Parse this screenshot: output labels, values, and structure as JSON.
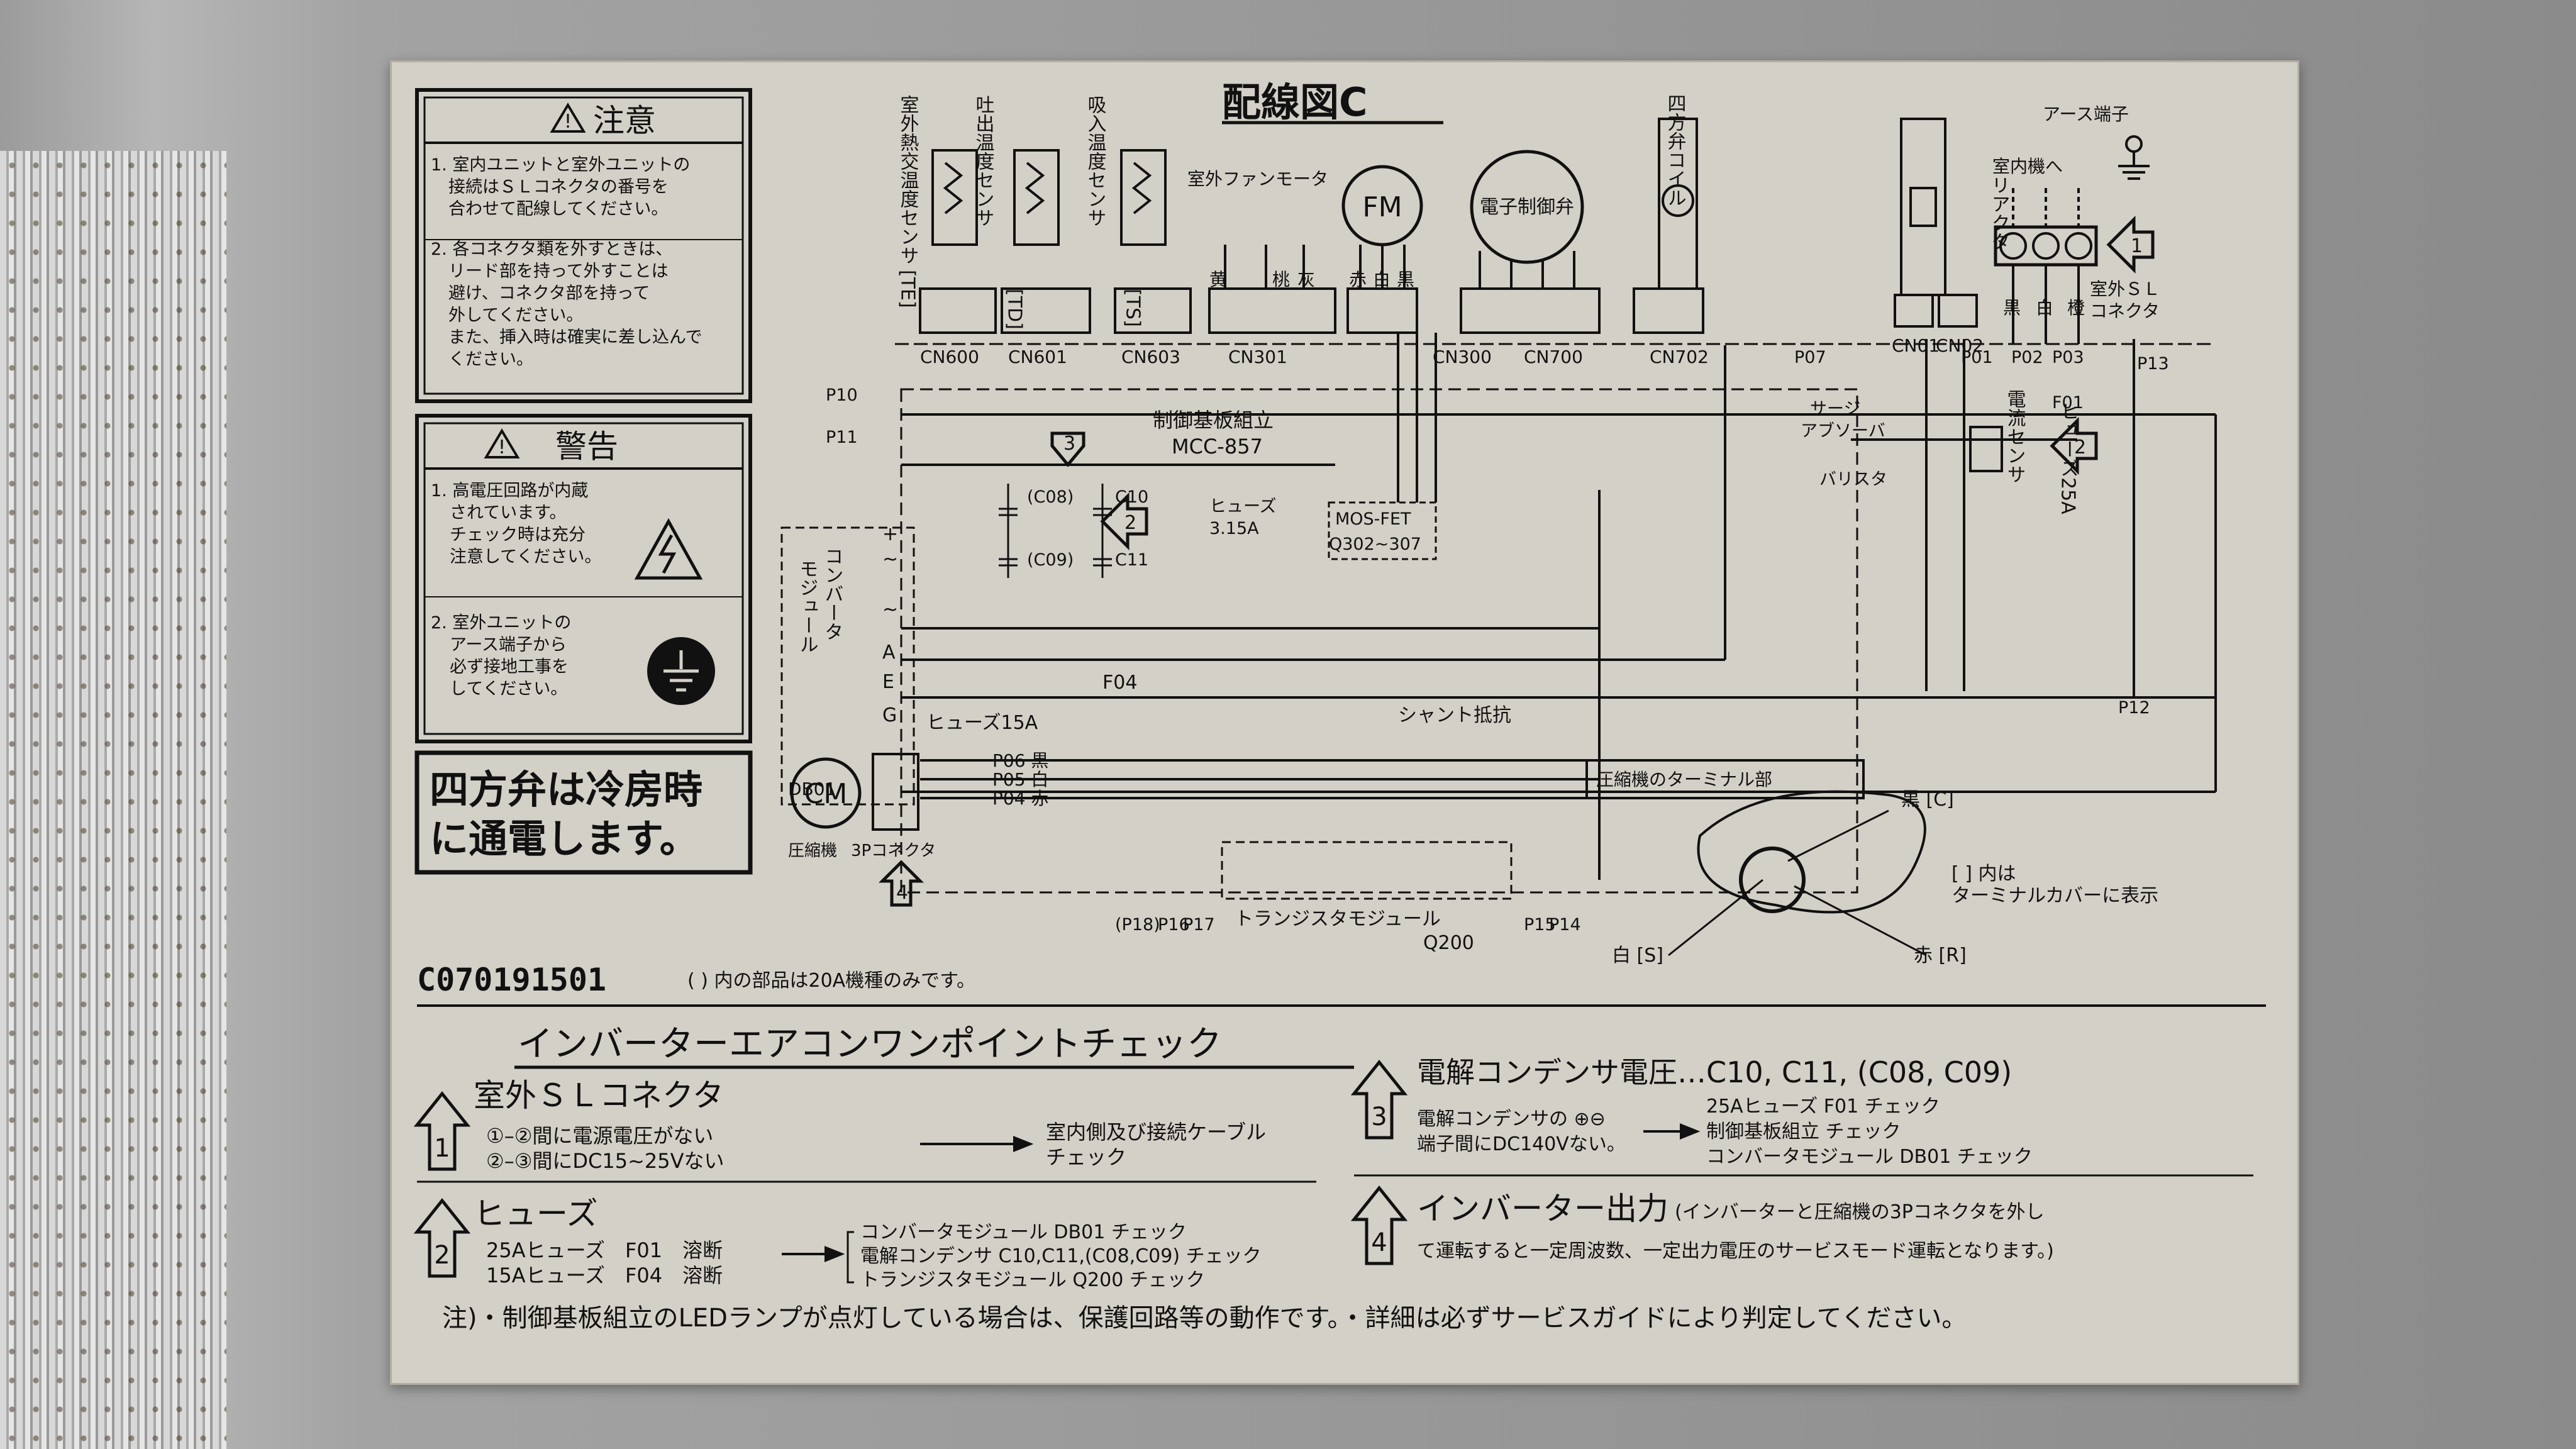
{
  "title": "配線図C",
  "caution": {
    "heading": "注意",
    "items": [
      "1. 室内ユニットと室外ユニットの",
      "接続はＳＬコネクタの番号を",
      "合わせて配線してください。",
      "2. 各コネクタ類を外すときは、",
      "リード部を持って外すことは",
      "避け、コネクタ部を持って",
      "外してください。",
      "また、挿入時は確実に差し込んで",
      "ください。"
    ]
  },
  "warning": {
    "heading": "警告",
    "items": [
      "1. 高電圧回路が内蔵",
      "されています。",
      "チェック時は充分",
      "注意してください。",
      "2. 室外ユニットの",
      "アース端子から",
      "必ず接地工事を",
      "してください。"
    ]
  },
  "notice": [
    "四方弁は冷房時",
    "に通電します。"
  ],
  "sensors": [
    "室外熱交温度センサ",
    "吐出温度センサ",
    "吸入温度センサ"
  ],
  "sensor_codes": [
    "[TE]",
    "[TD]",
    "[TS]"
  ],
  "connectors": [
    "CN600",
    "CN601",
    "CN603",
    "CN301",
    "CN300",
    "CN700",
    "CN702",
    "CN01",
    "CN02"
  ],
  "board": {
    "name": "制御基板組立",
    "model": "MCC-857"
  },
  "fuse_315": [
    "ヒューズ",
    "3.15A"
  ],
  "mosfet": [
    "MOS-FET",
    "Q302~307"
  ],
  "caps": [
    "(C08)",
    "C10",
    "(C09)",
    "C11"
  ],
  "fan_motor": "室外ファンモータ",
  "fm": "FM",
  "wire_colors": [
    "黄",
    "桃",
    "灰",
    "赤",
    "白",
    "黒"
  ],
  "valve": "電子制御弁",
  "four_way_coil": "四方弁コイル",
  "reactor": "リアクタ",
  "earth_terminal": "アース端子",
  "indoor": "室内機へ",
  "sl_colors": [
    "黒",
    "白",
    "橙"
  ],
  "sl_connector": [
    "室外ＳＬ",
    "コネクタ"
  ],
  "terminals": [
    "P01",
    "P02",
    "P03",
    "P07",
    "P10",
    "P11",
    "P12",
    "P13",
    "P15",
    "P14",
    "P16",
    "P17",
    "(P18)",
    "F01"
  ],
  "surge": [
    "サージ",
    "アブソーバ"
  ],
  "varistor": "バリスタ",
  "current_sensor": "電流センサ",
  "fuse25": "ヒューズ25A",
  "converter": [
    "コンバータ",
    "モジュール",
    "DB01"
  ],
  "conv_pins": [
    "+",
    "~",
    "~",
    "A",
    "E",
    "G"
  ],
  "fuse15": "ヒューズ15A",
  "f04": "F04",
  "shunt": "シャント抵抗",
  "compressor_terminal": "圧縮機のターミナル部",
  "cm": "CM",
  "compressor": "圧縮機",
  "connector3p": "3Pコネクタ",
  "phase_wires": [
    "P06 黒",
    "P05 白",
    "P04 赤"
  ],
  "transistor": [
    "トランジスタモジュール",
    "Q200"
  ],
  "terminal_cover": [
    "黒 [C]",
    "[ ] 内は",
    "ターミナルカバーに表示",
    "白 [S]",
    "赤 [R]"
  ],
  "part_no": "C070191501",
  "note_20a": "( ) 内の部品は20A機種のみです。",
  "check_title": "インバーターエアコンワンポイントチェック",
  "check1": {
    "num": "1",
    "title": "室外ＳＬコネクタ",
    "lines": [
      "①–②間に電源電圧がない",
      "②–③間にDC15~25Vない"
    ],
    "result": [
      "室内側及び接続ケーブル",
      "チェック"
    ]
  },
  "check2": {
    "num": "2",
    "title": "ヒューズ",
    "lines": [
      "25Aヒューズ　F01　溶断",
      "15Aヒューズ　F04　溶断"
    ],
    "result": [
      "コンバータモジュール DB01 チェック",
      "電解コンデンサ C10,C11,(C08,C09) チェック",
      "トランジスタモジュール Q200 チェック"
    ]
  },
  "check3": {
    "num": "3",
    "title": "電解コンデンサ電圧…C10, C11, (C08, C09)",
    "lines": [
      "電解コンデンサの ⊕⊖",
      "端子間にDC140Vない。"
    ],
    "result": [
      "25Aヒューズ F01 チェック",
      "制御基板組立 チェック",
      "コンバータモジュール DB01 チェック"
    ]
  },
  "check4": {
    "num": "4",
    "title": "インバーター出力",
    "lines": [
      "(インバーターと圧縮機の3Pコネクタを外し",
      "て運転すると一定周波数、一定出力電圧のサービスモード運転となります。)"
    ]
  },
  "footer_note": "注)・制御基板組立のLEDランプが点灯している場合は、保護回路等の動作です。・詳細は必ずサービスガイドにより判定してください。"
}
